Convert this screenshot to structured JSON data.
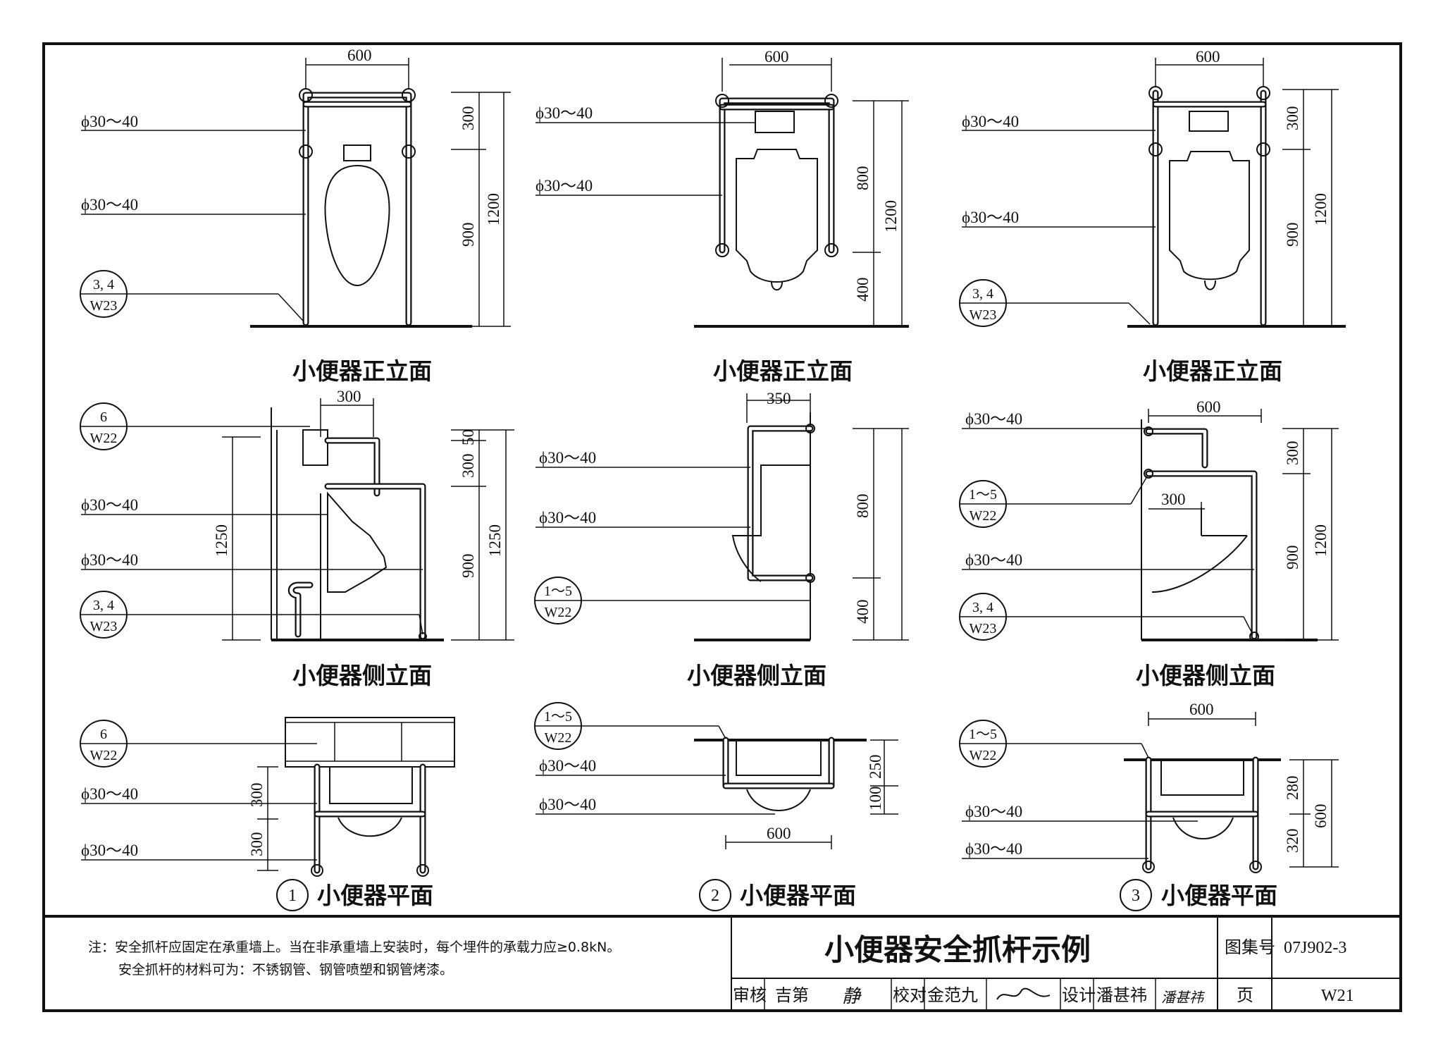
{
  "pipe_spec": "ϕ30～40",
  "refs": {
    "r34": {
      "top": "3, 4",
      "bottom": "W23"
    },
    "r6": {
      "top": "6",
      "bottom": "W22"
    },
    "r15": {
      "top": "1～5",
      "bottom": "W22"
    }
  },
  "dims": {
    "d600": "600",
    "d300": "300",
    "d900": "900",
    "d1200": "1200",
    "d800": "800",
    "d400": "400",
    "d50": "50",
    "d1250": "1250",
    "d350": "350",
    "d250": "250",
    "d100": "100",
    "d280": "280",
    "d320": "320"
  },
  "captions": {
    "front": "小便器正立面",
    "side": "小便器侧立面",
    "plan": "小便器平面"
  },
  "plan_numbers": [
    "1",
    "2",
    "3"
  ],
  "note": {
    "line1": "注：安全抓杆应固定在承重墙上。当在非承重墙上安装时，每个埋件的承载力应≥0.8kN。",
    "line2": "安全抓杆的材料可为：不锈钢管、钢管喷塑和钢管烤漆。"
  },
  "title_block": {
    "title": "小便器安全抓杆示例",
    "atlas_label": "图集号",
    "atlas_no": "07J902-3",
    "page_label": "页",
    "page_no": "W21",
    "review_label": "审核",
    "review_name": "吉第",
    "check_label": "校对",
    "check_name": "金范九",
    "design_label": "设计",
    "design_name": "潘甚祎",
    "review_sig": "静",
    "check_sig": "",
    "design_sig": "潘甚祎"
  }
}
